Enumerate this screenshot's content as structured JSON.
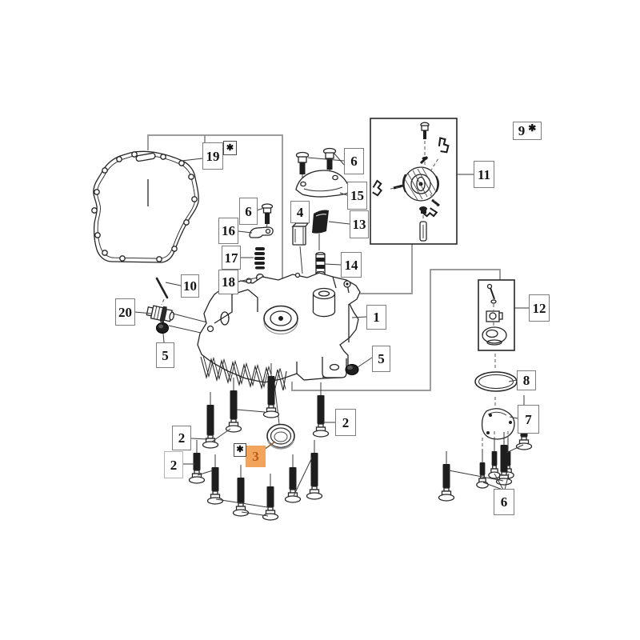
{
  "diagram": {
    "type": "exploded-parts-diagram",
    "background": "#ffffff",
    "line_color": "#262626",
    "bracket_color": "#8d8d8d",
    "star_symbol": "✱",
    "highlight": {
      "fill": "#f2a35c",
      "text_color": "#b95c1b",
      "highlighted_part": "3"
    },
    "callouts": {
      "c1": {
        "text": "1"
      },
      "c2a": {
        "text": "2"
      },
      "c2b": {
        "text": "2"
      },
      "c2c": {
        "text": "2"
      },
      "c3": {
        "text": "3",
        "starred": true,
        "highlighted": true
      },
      "c4": {
        "text": "4"
      },
      "c5a": {
        "text": "5"
      },
      "c5b": {
        "text": "5"
      },
      "c6a": {
        "text": "6"
      },
      "c6b": {
        "text": "6"
      },
      "c6c": {
        "text": "6"
      },
      "c7": {
        "text": "7"
      },
      "c8": {
        "text": "8"
      },
      "c9": {
        "text": "9",
        "starred": true
      },
      "c10": {
        "text": "10"
      },
      "c11": {
        "text": "11"
      },
      "c12": {
        "text": "12"
      },
      "c13": {
        "text": "13"
      },
      "c14": {
        "text": "14"
      },
      "c15": {
        "text": "15"
      },
      "c16": {
        "text": "16"
      },
      "c17": {
        "text": "17"
      },
      "c18": {
        "text": "18"
      },
      "c19": {
        "text": "19",
        "starred": true
      },
      "c20": {
        "text": "20"
      }
    }
  }
}
